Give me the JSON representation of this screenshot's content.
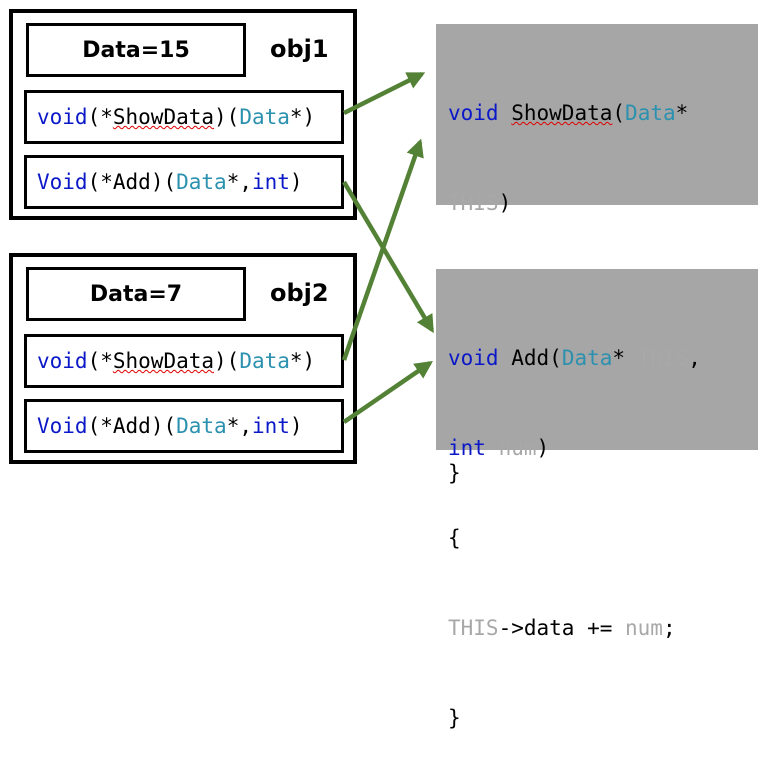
{
  "objects": [
    {
      "label": "obj1",
      "data_text": "Data=15",
      "fn1": {
        "ret": "void",
        "open": " (*",
        "name": "ShowData",
        "mid": ")(",
        "type": "Data",
        "tail": "*)"
      },
      "fn2": {
        "ret": "Void",
        "open": " (*",
        "name": "Add",
        "mid": ")(",
        "type": "Data",
        "sep": "*, ",
        "kw": "int",
        "tail": ")"
      }
    },
    {
      "label": "obj2",
      "data_text": "Data=7",
      "fn1": {
        "ret": "void",
        "open": " (*",
        "name": "ShowData",
        "mid": ")(",
        "type": "Data",
        "tail": "*)"
      },
      "fn2": {
        "ret": "Void",
        "open": " (*",
        "name": "Add",
        "mid": ")(",
        "type": "Data",
        "sep": "*, ",
        "kw": "int",
        "tail": ")"
      }
    }
  ],
  "code_showdata": {
    "kw": "void",
    "name": "ShowData",
    "paren": "(",
    "type": "Data",
    "star": "*",
    "this": "THIS",
    "close": ")",
    "brace_open": "{",
    "dots": "…",
    "brace_close": "}"
  },
  "code_add": {
    "kw": "void",
    "name": "Add",
    "paren": "(",
    "type": "Data",
    "star": "* ",
    "this": "THIS",
    "comma": ",",
    "int_kw": "int",
    "num": "num",
    "close": ")",
    "brace_open": "{",
    "body_this": "THIS",
    "body_op": "->data += ",
    "body_num": "num",
    "body_end": ";",
    "brace_close": "}"
  },
  "colors": {
    "arrow": "#538135",
    "keyword": "#0b18c8",
    "type": "#2b91af",
    "gray_text": "#a8a8a8",
    "code_bg": "#a6a6a6"
  }
}
